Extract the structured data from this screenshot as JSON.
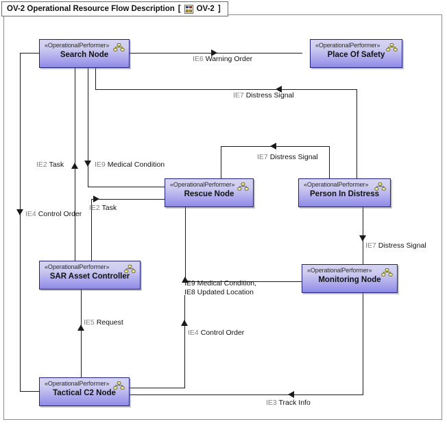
{
  "window": {
    "title": "OV-2 Operational Resource Flow Description",
    "bracket_open": "[",
    "bracket_close": "]",
    "diagram_id": "OV-2",
    "diagram_icon": "diagram-icon"
  },
  "diagram": {
    "type": "DoDAF OV-2 Operational Resource Flow Description",
    "stereotype": "«OperationalPerformer»",
    "node_icon": "organization-performer-icon",
    "colors": {
      "node_border": "#20207a",
      "node_fill_top": "#d6d4f2",
      "node_fill_bottom": "#8e8ae6",
      "connector": "#1a1a1a",
      "frame_border": "#8a8a8a",
      "label_prefix": "#808080",
      "label_text": "#111111",
      "canvas": "#ffffff"
    },
    "nodes": [
      {
        "id": "search-node",
        "name": "Search Node",
        "stereotype": "«OperationalPerformer»"
      },
      {
        "id": "place-of-safety",
        "name": "Place Of Safety",
        "stereotype": "«OperationalPerformer»"
      },
      {
        "id": "rescue-node",
        "name": "Rescue Node",
        "stereotype": "«OperationalPerformer»"
      },
      {
        "id": "person-in-distress",
        "name": "Person In Distress",
        "stereotype": "«OperationalPerformer»"
      },
      {
        "id": "sar-asset-controller",
        "name": "SAR Asset Controller",
        "stereotype": "«OperationalPerformer»"
      },
      {
        "id": "monitoring-node",
        "name": "Monitoring Node",
        "stereotype": "«OperationalPerformer»"
      },
      {
        "id": "tactical-c2-node",
        "name": "Tactical C2 Node",
        "stereotype": "«OperationalPerformer»"
      }
    ],
    "flows": [
      {
        "id": "ie6",
        "code": "IE6",
        "name": "Warning Order",
        "label": "IE6 Warning Order",
        "from": "Search Node",
        "to": "Place Of Safety"
      },
      {
        "id": "ie7-top",
        "code": "IE7",
        "name": "Distress Signal",
        "label": "IE7 Distress Signal",
        "from": "Person In Distress",
        "to": "Search Node"
      },
      {
        "id": "ie7-mid",
        "code": "IE7",
        "name": "Distress Signal",
        "label": "IE7 Distress Signal",
        "from": "Person In Distress",
        "to": "Rescue Node"
      },
      {
        "id": "ie7-right",
        "code": "IE7",
        "name": "Distress Signal",
        "label": "IE7 Distress Signal",
        "from": "Person In Distress",
        "to": "Monitoring Node"
      },
      {
        "id": "ie2-up",
        "code": "IE2",
        "name": "Task",
        "label": "IE2 Task",
        "from": "SAR Asset Controller",
        "to": "Search Node"
      },
      {
        "id": "ie9-down",
        "code": "IE9",
        "name": "Medical Condition",
        "label": "IE9 Medical Condition",
        "from": "Search Node",
        "to": "Rescue Node"
      },
      {
        "id": "ie2-right",
        "code": "IE2",
        "name": "Task",
        "label": "IE2 Task",
        "from": "SAR Asset Controller",
        "to": "Rescue Node"
      },
      {
        "id": "ie4-left",
        "code": "IE4",
        "name": "Control Order",
        "label": "IE4 Control Order",
        "from": "Search Node",
        "to": "Tactical C2 Node"
      },
      {
        "id": "ie9-ie8",
        "code": "IE9 / IE8",
        "name": "Medical Condition, Updated Location",
        "label_line1": "IE9 Medical Condition,",
        "label_line2": "IE8 Updated Location",
        "from": "Monitoring Node",
        "to": "Rescue Node"
      },
      {
        "id": "ie5",
        "code": "IE5",
        "name": "Request",
        "label": "IE5 Request",
        "from": "Tactical C2 Node",
        "to": "SAR Asset Controller"
      },
      {
        "id": "ie4-up",
        "code": "IE4",
        "name": "Control Order",
        "label": "IE4 Control Order",
        "from": "Tactical C2 Node",
        "to": "Rescue Node"
      },
      {
        "id": "ie3",
        "code": "IE3",
        "name": "Track Info",
        "label": "IE3 Track Info",
        "from": "Monitoring Node",
        "to": "Tactical C2 Node"
      }
    ]
  }
}
